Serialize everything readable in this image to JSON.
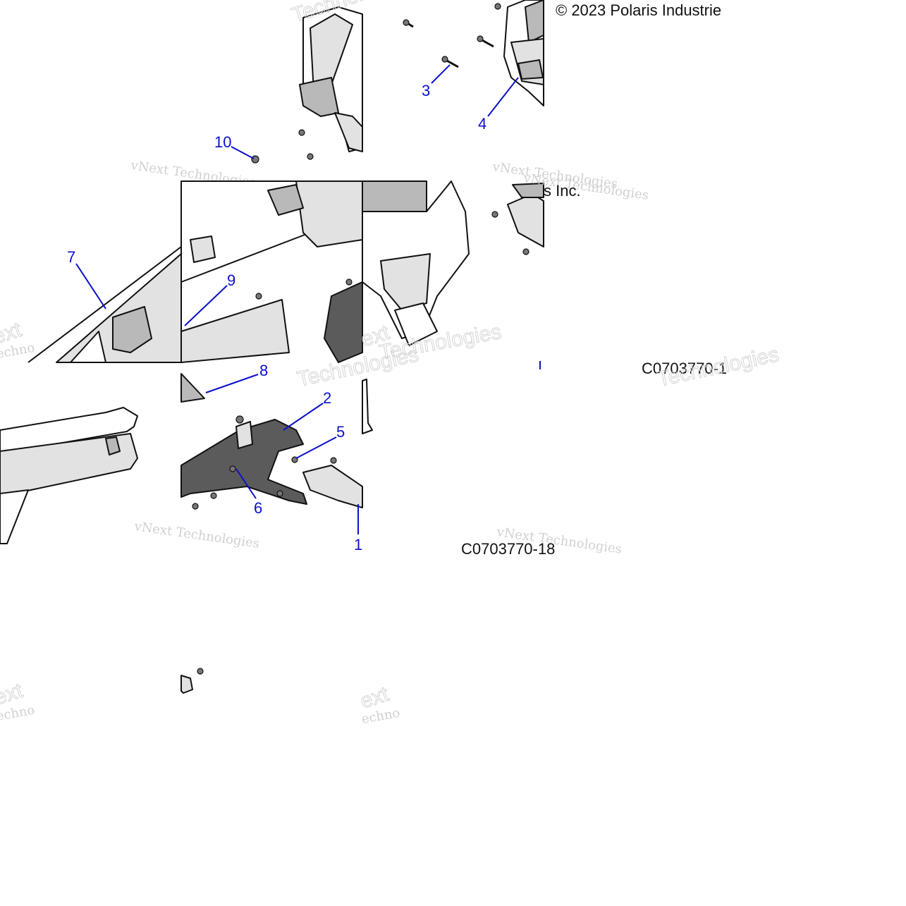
{
  "diagram": {
    "copyright": "© 2023 Polaris Industrie",
    "copyright_tail": "s Inc.",
    "figure_code": "C0703770-1",
    "figure_code_fragment": "C0703770-18",
    "callouts": [
      "1",
      "2",
      "3",
      "4",
      "5",
      "6",
      "7",
      "8",
      "9",
      "10"
    ],
    "watermarks": {
      "vnext": "vNext Technologies",
      "vnext_short": "vNext",
      "technologies": "Technologies",
      "ext": "ext",
      "techno": "echno"
    },
    "colors": {
      "callout": "#0a10c8",
      "part_fill": "#e2e2e2",
      "part_shadow": "#b9b9b9",
      "bracket": "#5b5b5b"
    }
  }
}
